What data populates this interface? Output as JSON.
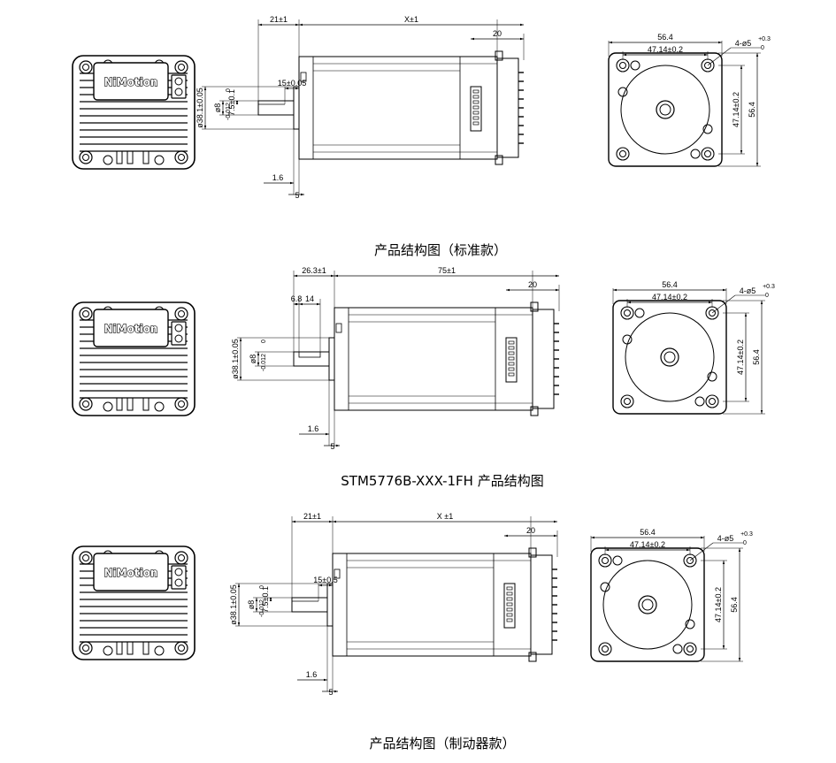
{
  "rows": [
    {
      "caption": "产品结构图（标准款）",
      "front_logo": "NiMotion",
      "side_dims": {
        "shaft_len": "21±1",
        "body_len": "X±1",
        "rear": "20",
        "pilot_dia": "ø38.1±0.05",
        "shaft_dia": "ø8",
        "shaft_dia_tol_upper": "0",
        "shaft_dia_tol_lower": "-0.012",
        "flat": "7.5±0.1",
        "flat_len": "15±0.05",
        "flange": "1.6",
        "pilot_depth": "5"
      },
      "end_dims": {
        "width": "56.4",
        "hole_pitch_h": "47.14±0.2",
        "hole_pitch_v": "47.14±0.2",
        "height": "56.4",
        "holes": "4-ø5",
        "holes_tol": "+0.3",
        "holes_tol_lower": "0"
      }
    },
    {
      "caption": "STM5776B-XXX-1FH 产品结构图",
      "front_logo": "NiMotion",
      "side_dims": {
        "shaft_len": "26.3±1",
        "body_len": "75±1",
        "rear": "20",
        "key_offset": "6.8",
        "key_len": "14",
        "pilot_dia": "ø38.1±0.05",
        "shaft_dia": "ø8",
        "shaft_dia_tol_upper": "0",
        "shaft_dia_tol_lower": "-0.012",
        "flange": "1.6",
        "pilot_depth": "5"
      },
      "end_dims": {
        "width": "56.4",
        "hole_pitch_h": "47.14±0.2",
        "hole_pitch_v": "47.14±0.2",
        "height": "56.4",
        "holes": "4-ø5",
        "holes_tol": "+0.3",
        "holes_tol_lower": "0"
      }
    },
    {
      "caption": "产品结构图（制动器款）",
      "front_logo": "NiMotion",
      "side_dims": {
        "shaft_len": "21±1",
        "body_len": "X ±1",
        "rear": "20",
        "pilot_dia": "ø38.1±0.05",
        "shaft_dia": "ø8",
        "shaft_dia_tol_upper": "0",
        "shaft_dia_tol_lower": "-0.012",
        "flat": "7.5±0.1",
        "flat_len": "15±0.5",
        "flange": "1.6",
        "pilot_depth": "5"
      },
      "end_dims": {
        "width": "56.4",
        "hole_pitch_h": "47.14±0.2",
        "hole_pitch_v": "47.14±0.2",
        "height": "56.4",
        "holes": "4-ø5",
        "holes_tol": "+0.3",
        "holes_tol_lower": "0"
      }
    }
  ]
}
